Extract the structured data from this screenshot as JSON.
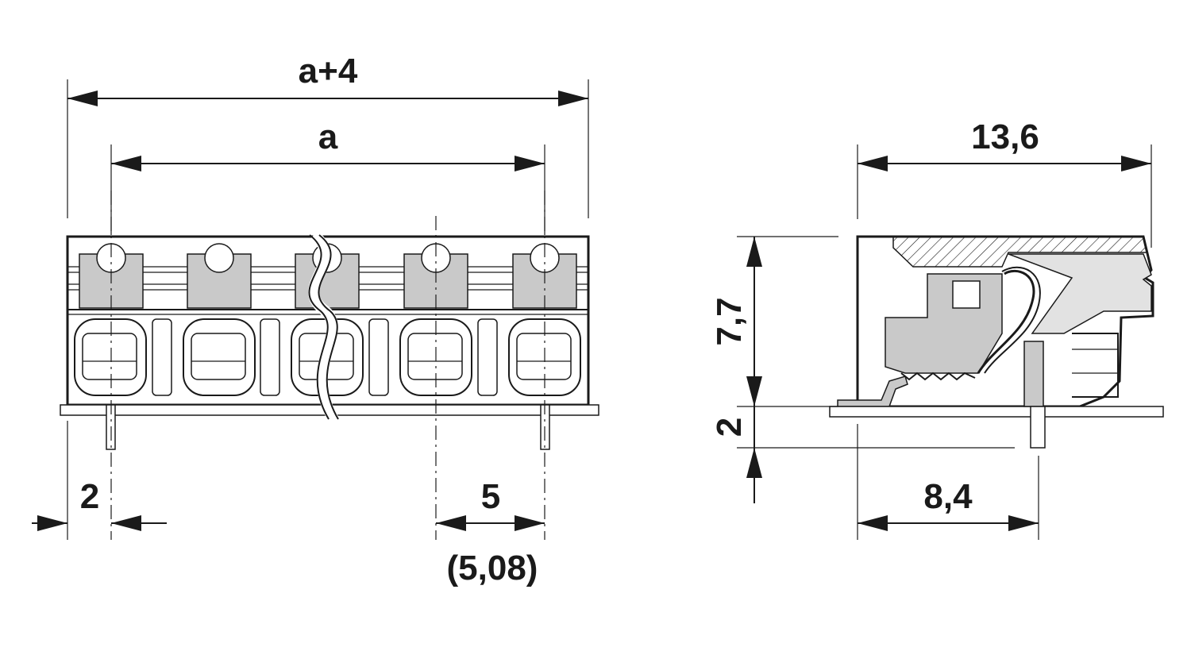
{
  "dimensions": {
    "overall_width": "a+4",
    "pitch_span": "a",
    "side_width": "13,6",
    "height": "7,7",
    "pin_length": "2",
    "edge_offset": "2",
    "pitch": "5",
    "pitch_alt": "(5,08)",
    "pin_offset": "8,4"
  },
  "colors": {
    "line": "#1a1a1a",
    "fill_gray": "#c9c9c9",
    "fill_light": "#e2e2e2"
  }
}
